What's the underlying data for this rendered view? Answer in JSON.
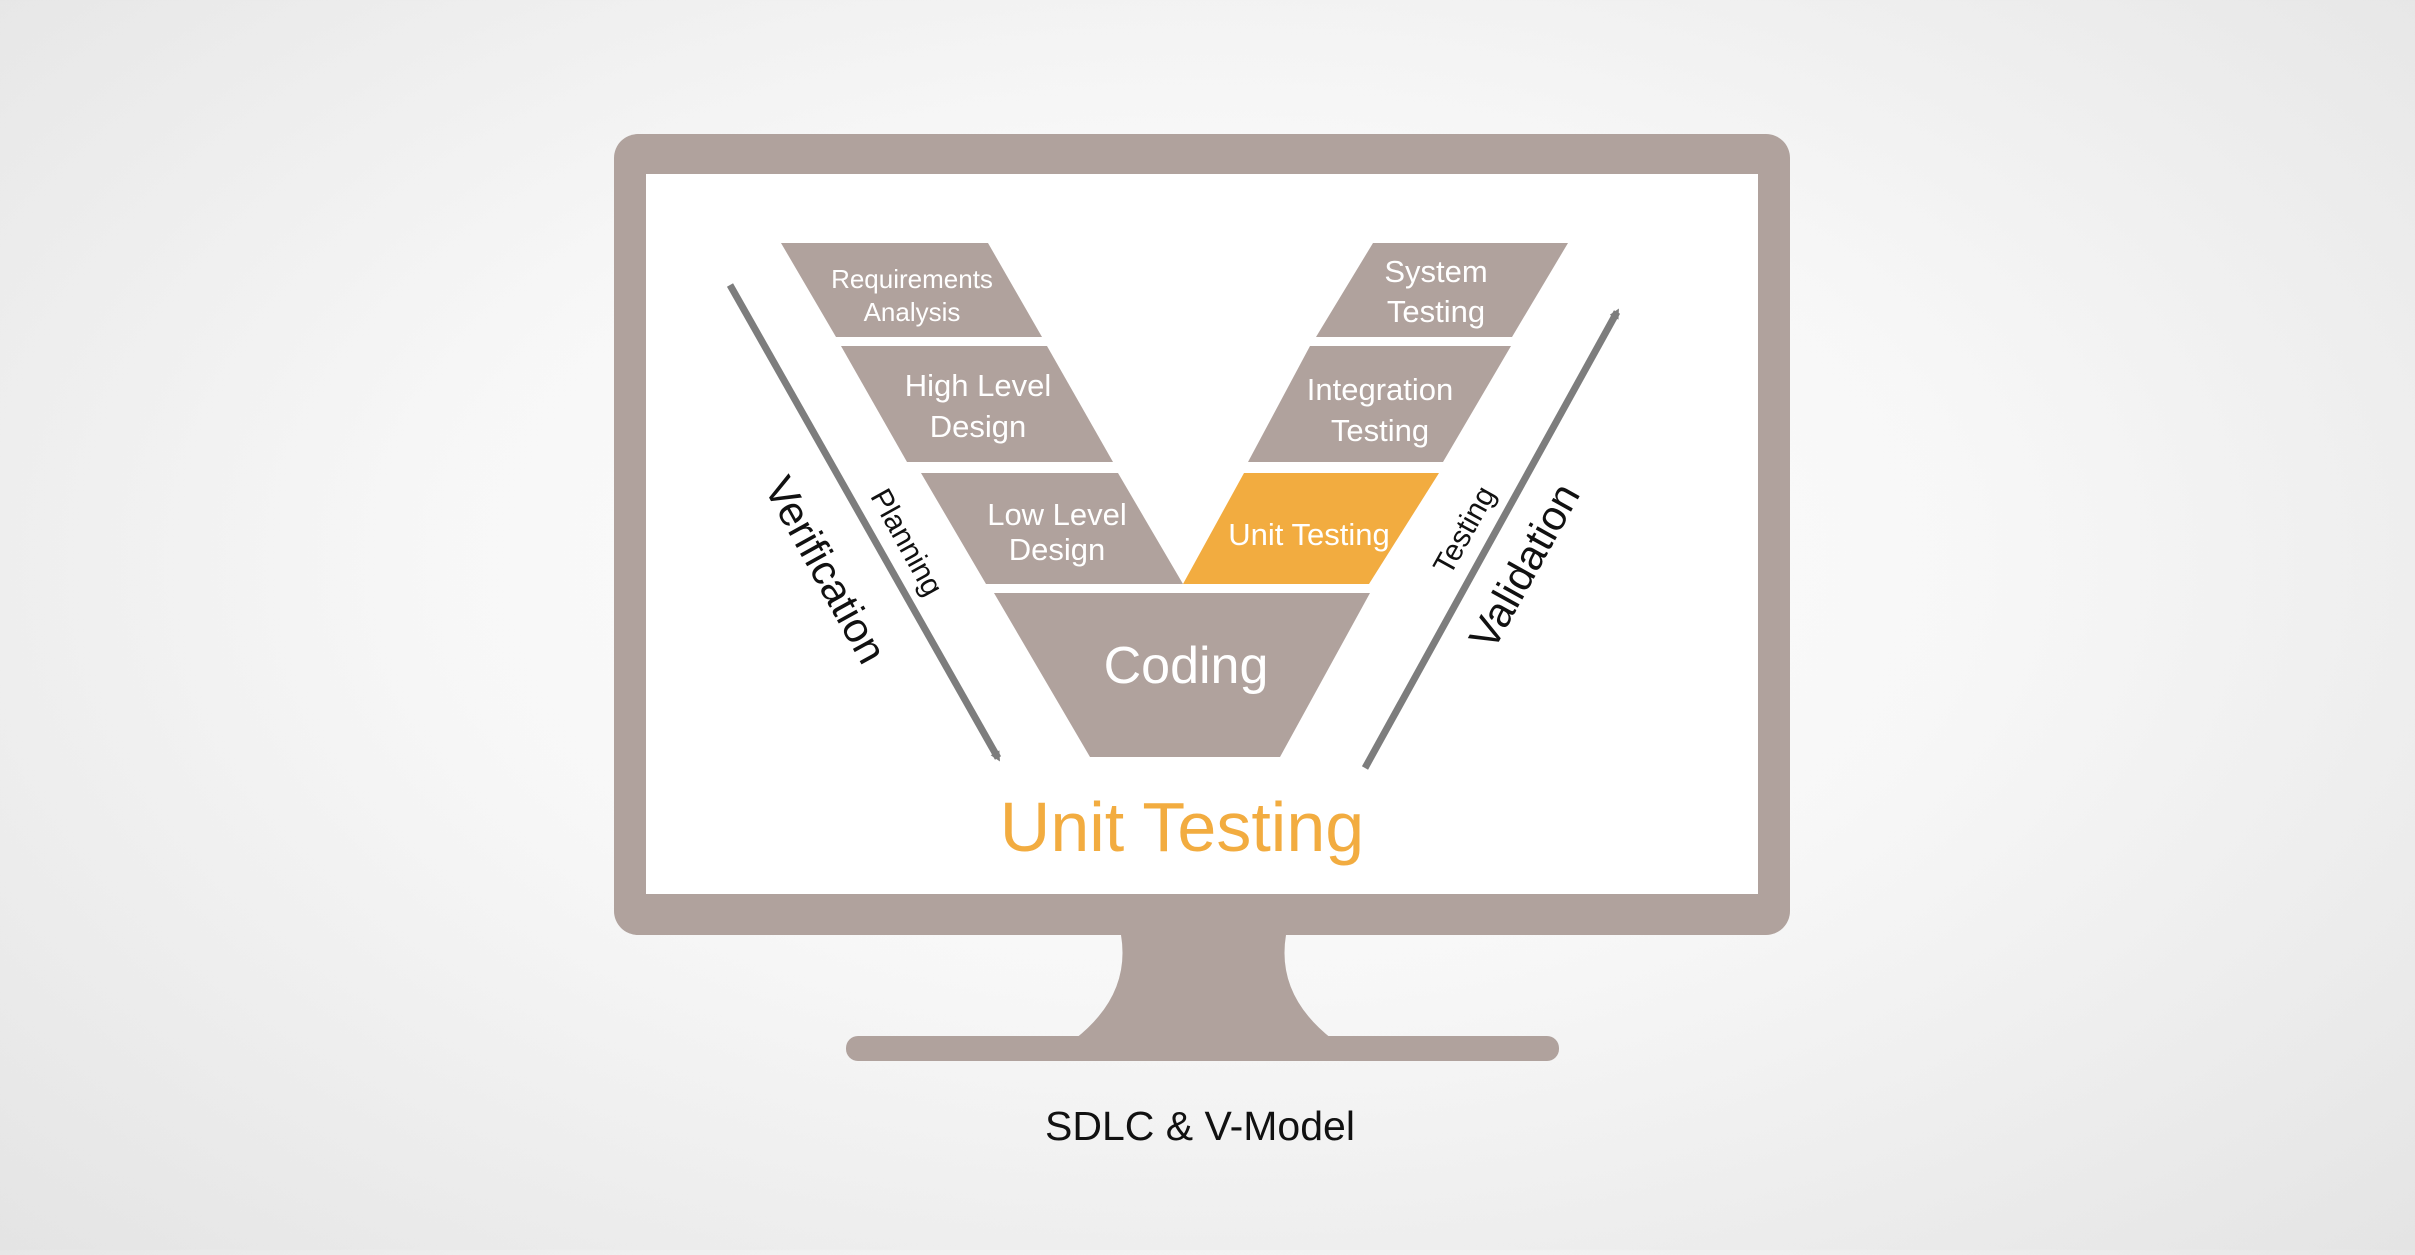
{
  "diagram": {
    "caption": "SDLC & V-Model",
    "highlight_title": "Unit Testing",
    "colors": {
      "monitor": "#b0a29d",
      "screen": "#ffffff",
      "phase": "#b0a29d",
      "highlight": "#f2ac40",
      "arrow": "#7d7d7d",
      "phase_text": "#ffffff",
      "label_text": "#111111"
    },
    "left_phases": [
      {
        "line1": "Requirements",
        "line2": "Analysis"
      },
      {
        "line1": "High Level",
        "line2": "Design"
      },
      {
        "line1": "Low Level",
        "line2": "Design"
      }
    ],
    "right_phases": [
      {
        "line1": "System",
        "line2": "Testing"
      },
      {
        "line1": "Integration",
        "line2": "Testing"
      },
      {
        "line1": "Unit Testing",
        "line2": ""
      }
    ],
    "bottom_phase": "Coding",
    "left_arrow": {
      "inner_label": "Planning",
      "outer_label": "Verification"
    },
    "right_arrow": {
      "inner_label": "Testing",
      "outer_label": "Validation"
    }
  }
}
